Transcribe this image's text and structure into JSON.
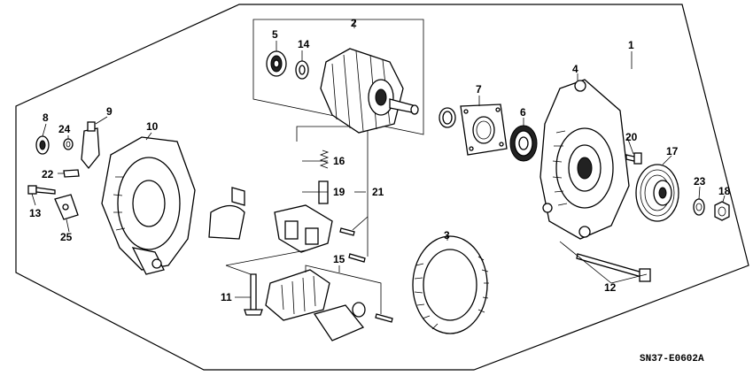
{
  "diagram": {
    "code": "SN37-E0602A",
    "callouts": [
      "1",
      "2",
      "3",
      "4",
      "5",
      "6",
      "7",
      "8",
      "9",
      "10",
      "11",
      "12",
      "13",
      "14",
      "15",
      "16",
      "17",
      "18",
      "19",
      "20",
      "21",
      "22",
      "23",
      "24",
      "25"
    ],
    "colors": {
      "line": "#000000",
      "background": "#ffffff"
    }
  }
}
